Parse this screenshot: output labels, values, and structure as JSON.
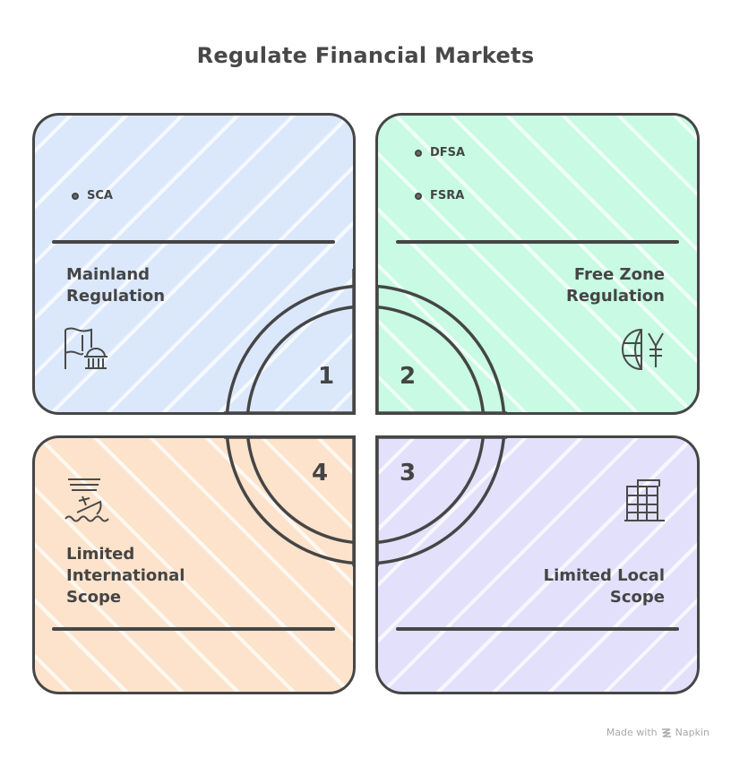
{
  "title": "Regulate Financial Markets",
  "colors": {
    "stroke": "#464646",
    "quadrant_1": "#dbe8fc",
    "quadrant_2": "#c8fae4",
    "quadrant_3": "#e3e0fc",
    "quadrant_4": "#fde3cb"
  },
  "quadrants": [
    {
      "number": "1",
      "label_line1": "Mainland",
      "label_line2": "Regulation",
      "bullets": [
        "SCA"
      ],
      "icon": "flag-government-building-icon"
    },
    {
      "number": "2",
      "label_line1": "Free Zone",
      "label_line2": "Regulation",
      "bullets": [
        "DFSA",
        "FSRA"
      ],
      "icon": "globe-yen-icon"
    },
    {
      "number": "3",
      "label_line1": "Limited Local",
      "label_line2": "Scope",
      "bullets": [],
      "icon": "office-building-icon"
    },
    {
      "number": "4",
      "label_line1": "Limited",
      "label_line2": "International",
      "label_line3": "Scope",
      "bullets": [],
      "icon": "sinking-ship-icon"
    }
  ],
  "footer": {
    "made_with": "Made with",
    "brand": "Napkin"
  }
}
